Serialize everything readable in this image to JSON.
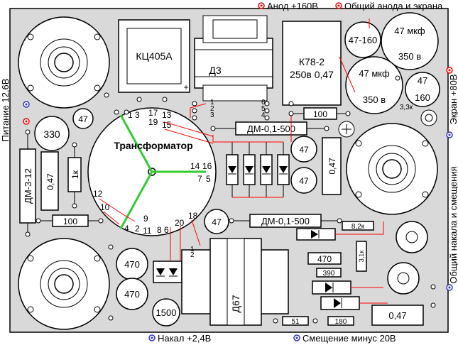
{
  "colors": {
    "board": "#d9d9d9",
    "line": "#000000",
    "wire_red": "#ff0000",
    "wire_green": "#33cc33",
    "pad_blue": "#3333cc",
    "component_fill": "#ffffff"
  },
  "top_labels": {
    "anode": "Анод +160В",
    "common_anode_screen": "Общий анода и экрана"
  },
  "right_labels": {
    "screen": "Экран +80В",
    "common_heater_bias": "Общий накала и смещения"
  },
  "left_labels": {
    "power": "Питание 12,6В"
  },
  "bottom_labels": {
    "heater": "Накал +2,4В",
    "bias": "Смещение минус 20В"
  },
  "components": {
    "bridge": "КЦ405А",
    "choke_d3": "Д3",
    "cap_k78_line1": "К78-2",
    "cap_k78_line2": "250в 0,47",
    "cap_47_160_top": "47-160",
    "cap_47mkf_1_line1": "47 мкф",
    "cap_47mkf_1_line2": "350 в",
    "cap_47mkf_2_line1": "47 мкф",
    "cap_47mkf_2_line2": "350 в",
    "cap_47_160_small_line1": "47",
    "cap_47_160_small_line2": "160",
    "cap_330": "330",
    "cap_47_left": "47",
    "dm3_12": "ДМ-3-12",
    "cap_047_left": "0,47",
    "res_1k": "1к",
    "res_100_left": "100",
    "transformer": "Трансформатор",
    "dm01_top": "ДМ-0,1-500",
    "dm01_bottom": "ДМ-0,1-500",
    "res_100_top": "100",
    "res_3k3": "3,3к",
    "cap_47_mid_a": "47",
    "cap_47_mid_b": "47",
    "cap_047_right": "0,47",
    "cap_47_lower": "47",
    "cap_470_a": "470",
    "cap_470_b": "470",
    "cap_1500": "1500",
    "choke_d67": "Д67",
    "res_8k2": "8,2к",
    "res_3k1": "3,1к",
    "res_470": "470",
    "res_390": "390",
    "res_180": "180",
    "res_51": "51",
    "cap_047_bottom": "0,47"
  },
  "pins": {
    "t1": "1",
    "t3": "3",
    "t17": "17",
    "t19": "19",
    "t13": "13",
    "t15": "15",
    "t14": "14",
    "t16": "16",
    "t7": "7",
    "t5": "5",
    "t12": "12",
    "t10": "10",
    "t9": "9",
    "t4": "4",
    "t2": "2",
    "t11": "11",
    "t8": "8",
    "t6": "6",
    "t20": "20",
    "t18": "18",
    "d3_1": "1",
    "d3_2": "2",
    "d3_3": "3",
    "d3_6": "6",
    "d3_5": "5",
    "d3_4": "4",
    "d67_1": "1",
    "d67_2": "2",
    "plus": "+"
  }
}
